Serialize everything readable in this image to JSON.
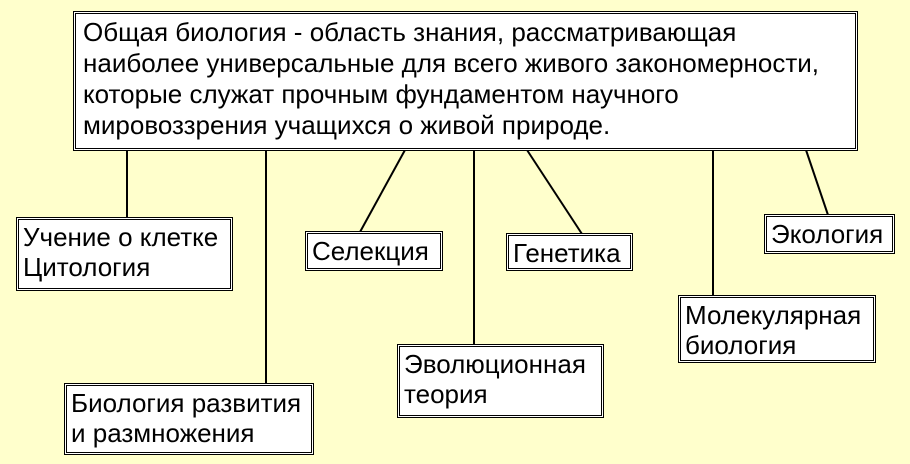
{
  "diagram": {
    "root": {
      "lines": [
        "Общая биология - область знания, рассматривающая",
        "наиболее универсальные для всего живого закономерности,",
        "которые служат прочным фундаментом научного",
        "мировоззрения учащихся о живой природе."
      ]
    },
    "nodes": [
      {
        "id": "cytology",
        "lines": [
          "Учение о клетке",
          "Цитология"
        ]
      },
      {
        "id": "development",
        "lines": [
          "Биология развития",
          "и размножения"
        ]
      },
      {
        "id": "selection",
        "lines": [
          "Селекция"
        ]
      },
      {
        "id": "evolution",
        "lines": [
          "Эволюционная",
          "теория"
        ]
      },
      {
        "id": "genetics",
        "lines": [
          "Генетика"
        ]
      },
      {
        "id": "molecular",
        "lines": [
          "Молекулярная",
          "биология"
        ]
      },
      {
        "id": "ecology",
        "lines": [
          "Экология"
        ]
      }
    ],
    "colors": {
      "background": "#ffffcc",
      "box_fill": "#ffffff",
      "line": "#000000"
    }
  }
}
